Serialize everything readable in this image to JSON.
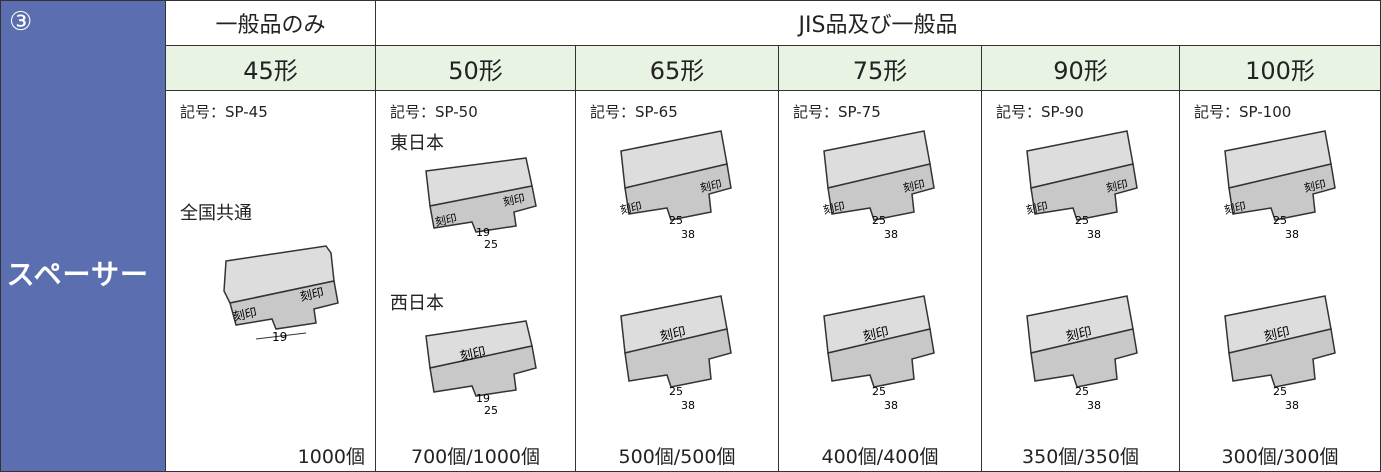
{
  "row_number": "③",
  "row_label": "スペーサー",
  "headers": {
    "general_only": "一般品のみ",
    "jis_and_general": "JIS品及び一般品"
  },
  "forms": [
    "45形",
    "50形",
    "65形",
    "75形",
    "90形",
    "100形"
  ],
  "codes": [
    "記号：SP-45",
    "記号：SP-50",
    "記号：SP-65",
    "記号：SP-75",
    "記号：SP-90",
    "記号：SP-100"
  ],
  "regions": {
    "common": "全国共通",
    "east": "東日本",
    "west": "西日本"
  },
  "quantities": [
    "1000個",
    "700個/1000個",
    "500個/500個",
    "400個/400個",
    "350個/350個",
    "300個/300個"
  ],
  "fig_labels": {
    "stamp": "刻印",
    "d19": "19",
    "d25": "25",
    "d38": "38"
  },
  "colors": {
    "side_bg": "#5b6fb0",
    "form_bg": "#e8f3e3"
  }
}
